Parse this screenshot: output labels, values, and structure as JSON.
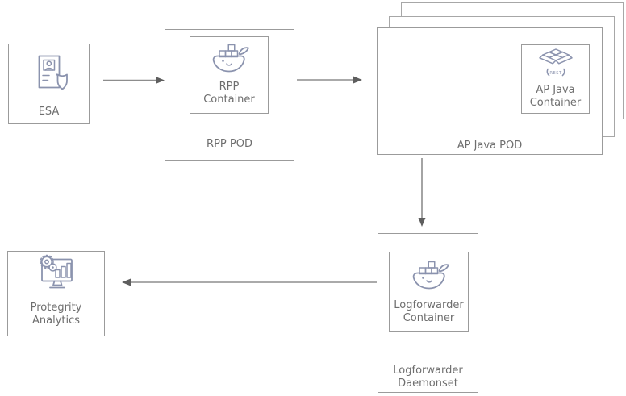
{
  "diagram": {
    "type": "architecture-flow",
    "nodes": {
      "esa": {
        "label": "ESA"
      },
      "rpp_pod": {
        "label": "RPP POD"
      },
      "rpp_container": {
        "label": "RPP Container"
      },
      "ap_java_pod": {
        "label": "AP Java POD",
        "stacked_copies": 3
      },
      "ap_java_container": {
        "label": "AP Java Container",
        "icon_badge": "REST"
      },
      "logforwarder_daemonset": {
        "label": "Logforwarder Daemonset"
      },
      "logforwarder_container": {
        "label": "Logforwarder Container"
      },
      "protegrity_analytics": {
        "label": "Protegrity Analytics"
      }
    },
    "edges": [
      {
        "from": "ESA",
        "to": "RPP POD",
        "direction": "right"
      },
      {
        "from": "RPP POD",
        "to": "AP Java POD",
        "direction": "right"
      },
      {
        "from": "AP Java POD",
        "to": "Logforwarder Daemonset",
        "direction": "down"
      },
      {
        "from": "Logforwarder Daemonset",
        "to": "Protegrity Analytics",
        "direction": "left"
      }
    ],
    "icons": {
      "esa": "id-badge-shield-icon",
      "rpp_container": "docker-whale-icon",
      "ap_java_container": "open-box-rest-icon",
      "logforwarder_container": "docker-whale-icon",
      "protegrity_analytics": "analytics-monitor-gears-icon"
    },
    "colors": {
      "box_border": "#9b9b9b",
      "stack_border": "#a7a7a7",
      "label_text": "#6e6e6e",
      "icon_stroke": "#8b93ae",
      "arrow_line": "#8d8d8d",
      "arrow_head": "#5e5e5e",
      "background": "#ffffff"
    }
  }
}
